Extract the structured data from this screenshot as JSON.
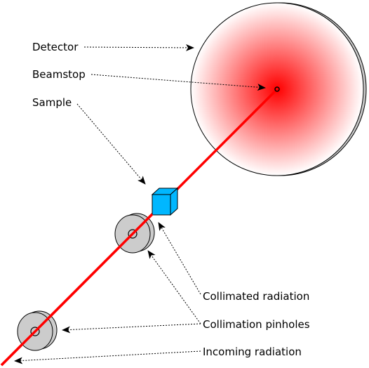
{
  "labels": {
    "detector": "Detector",
    "beamstop": "Beamstop",
    "sample": "Sample",
    "collimated_radiation": "Collimated radiation",
    "collimation_pinholes": "Collimation pinholes",
    "incoming_radiation": "Incoming radiation"
  },
  "colors": {
    "beam": "#ff0000",
    "detector_center": "#ff0000",
    "detector_edge": "#ffffff",
    "sample": "#00b7ff",
    "pinhole": "#cccccc",
    "outline": "#000000"
  }
}
